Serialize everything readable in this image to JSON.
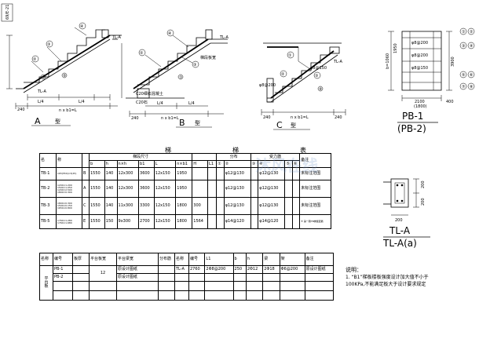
{
  "sheet_tag": "69/E-21",
  "diagrams": {
    "a": {
      "type_label": "A",
      "suffix": "型",
      "tl_label": "TL-A",
      "dim_left": "240",
      "dim_mid": "n x b1=L",
      "dim_q1": "L/4",
      "dim_q2": "L/4",
      "circ": [
        "①",
        "②",
        "③",
        "④",
        "⑤"
      ],
      "note": "TL-A"
    },
    "b": {
      "type_label": "B",
      "suffix": "型",
      "tl_label": "TL-A",
      "dim_left": "240",
      "dim_mid": "n x b1=L",
      "dim_q1": "L/4",
      "dim_q2": "L/4",
      "c20": "C20细石混凝土",
      "c20_2": "C20石",
      "circ": [
        "①",
        "②",
        "③",
        "④"
      ],
      "note": "梯段板宽"
    },
    "c": {
      "type_label": "C",
      "suffix": "型",
      "dim_left": "240",
      "dim_mid": "n x b1=L",
      "dim_right": "240",
      "rebar": "φ8@200",
      "rebar2": "φ8@150",
      "circ": [
        "①",
        "②",
        "③",
        "④"
      ],
      "tl": "TL-A"
    },
    "pb": {
      "label": "PB-1",
      "label2": "(PB-2)",
      "dim_bottom": "2100",
      "dim_bottom2": "(1800)",
      "dim_right": "400",
      "dim_side1": "b=1060",
      "dim_side2": "1950",
      "dim_vert": "3900",
      "bar1": "φ8@200",
      "bar2": "φ8@200",
      "bar3": "φ8@150",
      "circ": [
        "①",
        "②",
        "③",
        "④",
        "⑤",
        "⑥",
        "⑦",
        "⑧"
      ]
    },
    "tl": {
      "label": "TL-A",
      "label2": "TL-A(a)",
      "dims": [
        "200",
        "200",
        "200"
      ]
    }
  },
  "table1": {
    "title_a": "梯",
    "title_b": "梯",
    "title_c": "表",
    "header_row1": [
      "",
      "",
      "",
      "梯段",
      "尺寸",
      "梯",
      "段",
      "板",
      "尺",
      "寸",
      "分",
      "布",
      "",
      "受",
      "力",
      "筋",
      ""
    ],
    "header_row2": [
      "",
      "名",
      "称",
      "",
      "b",
      "h",
      "n×h",
      "b1",
      "L",
      "n×b1",
      "H",
      "L1",
      "①",
      "②",
      "③",
      "④",
      "⑤",
      "⑥",
      "备注"
    ],
    "rows": [
      {
        "name": "TB-1",
        "spec": "165(550)×3(25)",
        "type": "B",
        "b": "1550",
        "h": "140",
        "nh": "12x300",
        "b1": "3600",
        "L": "12x150",
        "nb1": "1950",
        "H": "",
        "L1": "",
        "c1": "",
        "c2": "φ12@130",
        "c3": "",
        "c4": "φ12@130",
        "c5": "",
        "note": "未标注范围"
      },
      {
        "name": "TB-2",
        "spec": "1200×1.200 1500=1.050 1200=2.500 1800=0.300",
        "type": "A",
        "b": "1550",
        "h": "140",
        "nh": "12x300",
        "b1": "3600",
        "L": "12x150",
        "nb1": "1950",
        "H": "",
        "L1": "",
        "c1": "",
        "c2": "φ12@130",
        "c3": "",
        "c4": "φ12@130",
        "c5": "",
        "note": "未标注范围"
      },
      {
        "name": "TB-3",
        "spec": "1800×0.300 1500×0.150 1650×0.800",
        "type": "C",
        "b": "1550",
        "h": "140",
        "nh": "11x300",
        "b1": "3300",
        "L": "12x150",
        "nb1": "1800",
        "H": "300",
        "L1": "",
        "c1": "",
        "c2": "φ12@130",
        "c3": "",
        "c4": "φ12@130",
        "c5": "",
        "note": "未标注范围"
      },
      {
        "name": "TB-5",
        "spec": "1760×1.280 1760×1.680",
        "type": "E",
        "b": "1550",
        "h": "150",
        "nh": "9x300",
        "b1": "2700",
        "L": "12x150",
        "nb1": "1800",
        "H": "1564",
        "L1": "",
        "c1": "",
        "c2": "φ14@120",
        "c3": "",
        "c4": "φ14@120",
        "c5": "",
        "note": "⑥ 第一跑TB梯板配筋"
      }
    ]
  },
  "table2": {
    "headers": [
      "名称",
      "编号",
      "板厚",
      "平台板宽",
      "平台梁宽",
      "分布筋",
      "名称",
      "编号",
      "L1",
      "b",
      "h",
      "梁",
      "架",
      "钢筋",
      "上筋",
      "备注"
    ],
    "row_labels": [
      "平",
      "台",
      "板"
    ],
    "thick": "12",
    "rows": [
      {
        "name": "PB-1",
        "note": "原设计图纸",
        "tl": "TL-A",
        "l1": "2760",
        "bar1": "2Φ8@200",
        "b": "250",
        "bar2": "2Φ12",
        "bar3": "2Φ18",
        "stir": "Φ6@200",
        "remark": "原设计图纸"
      },
      {
        "name": "PB-2",
        "note": "原设计图纸",
        "tl": "",
        "l1": "",
        "bar1": "",
        "b": "",
        "bar2": "",
        "bar3": "",
        "stir": "",
        "remark": ""
      }
    ]
  },
  "notes": {
    "title": "说明：",
    "lines": [
      "1. “B1”梯板楼板强度设计加大值不小于",
      "   100KPa,不能满足板大于设计要求规定"
    ]
  },
  "watermark": "沐风在线"
}
